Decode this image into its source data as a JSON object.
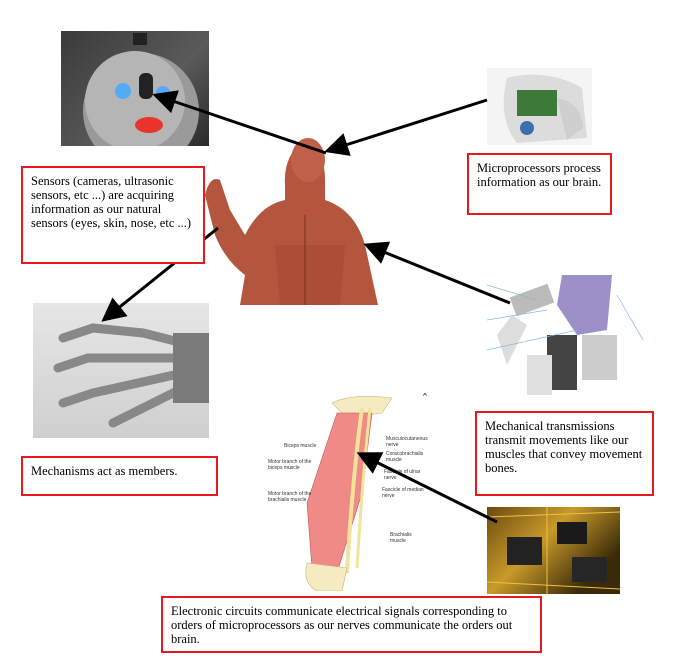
{
  "captions": {
    "sensors": "Sensors (cameras, ultrasonic sensors, etc ...) are acquiring information as our natural sensors (eyes, skin, nose, etc ...)",
    "microprocessors": "Microprocessors process information as our brain.",
    "mechanisms": "Mechanisms act as members.",
    "mechanical": "Mechanical transmissions transmit movements like our muscles that convey movement bones.",
    "electronic": "Electronic circuits communicate electrical signals corresponding to orders of microprocessors as our nerves communicate the orders out brain."
  },
  "arm_diagram_labels": {
    "biceps": "Biceps muscle",
    "motor_biceps": "Motor branch of the biceps muscle",
    "motor_brachialis": "Motor branch of the brachialis muscle",
    "musculocutaneous": "Musculocutaneous nerve",
    "coracobrachialis": "Coracobrachialis muscle",
    "ulnar": "Fascicle of ulnar nerve",
    "median": "Fascicle of median nerve",
    "brachialis": "Brachialis muscle",
    "close_mark": "×"
  },
  "colors": {
    "box_border": "#e8191e",
    "arrow": "#000000"
  }
}
